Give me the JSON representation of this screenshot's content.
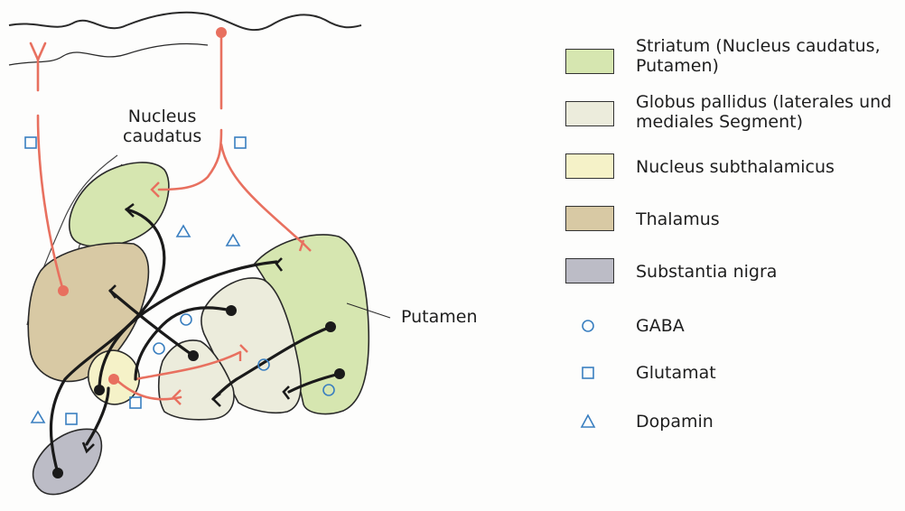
{
  "labels": {
    "nucleus_caudatus": "Nucleus\ncaudatus",
    "putamen": "Putamen"
  },
  "legend": {
    "striatum": {
      "label": "Striatum (Nucleus caudatus,\nPutamen)",
      "color": "#d6e6b0"
    },
    "globus_pallidus": {
      "label": "Globus pallidus (laterales und\nmediales Segment)",
      "color": "#ececdc"
    },
    "nucleus_subthalamicus": {
      "label": "Nucleus subthalamicus",
      "color": "#f5f2c8"
    },
    "thalamus": {
      "label": "Thalamus",
      "color": "#d8c9a4"
    },
    "substantia_nigra": {
      "label": "Substantia nigra",
      "color": "#bcbcc6"
    },
    "gaba": {
      "label": "GABA",
      "icon": "circle-icon"
    },
    "glutamat": {
      "label": "Glutamat",
      "icon": "square-icon"
    },
    "dopamin": {
      "label": "Dopamin",
      "icon": "triangle-icon"
    }
  },
  "colors": {
    "excitatory_pathway": "#e8705f",
    "inhibitory_pathway": "#1a1a1a",
    "symbol": "#3a7fc0"
  }
}
